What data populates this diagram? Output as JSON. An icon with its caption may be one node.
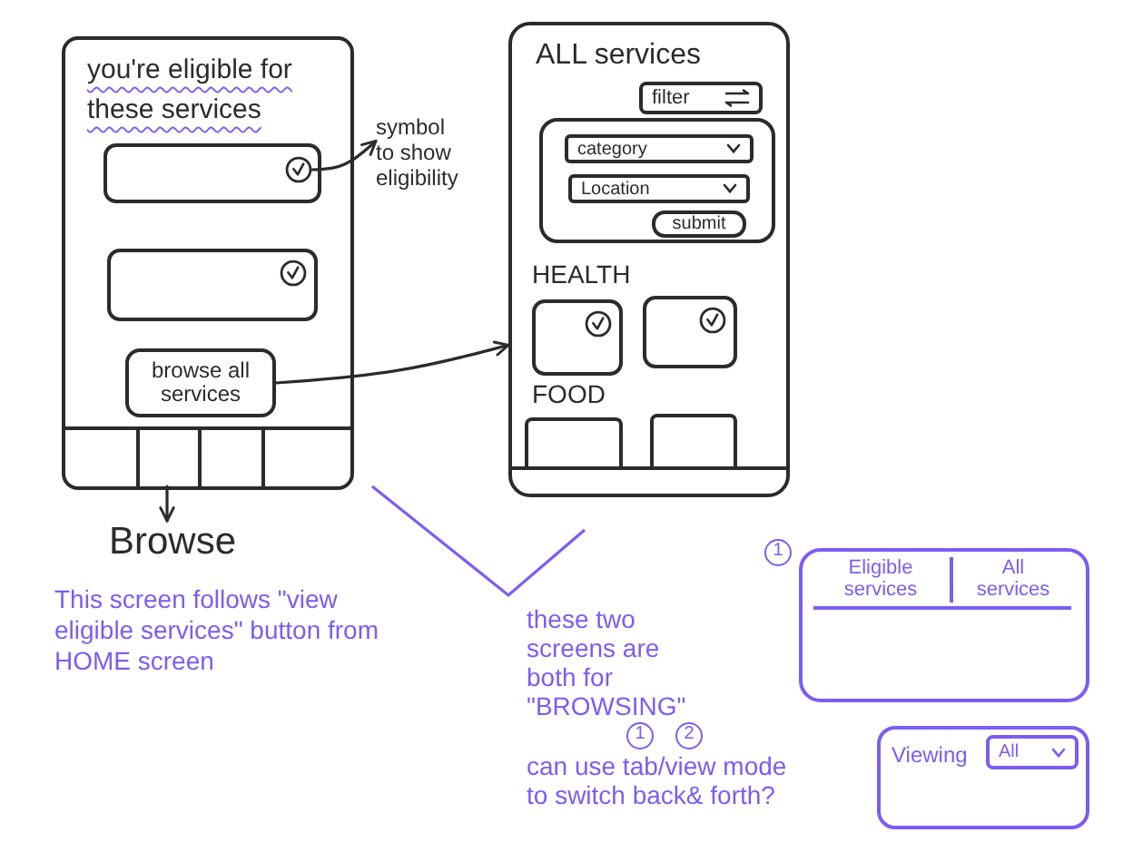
{
  "diagram": {
    "nodes": [
      {
        "text": [
          "you're eligible for these services"
        ]
      },
      {
        "text": [],
        "shape": "box",
        "in": 0
      },
      {
        "text": [],
        "shape": "circle",
        "in": 1
      },
      {
        "text": [],
        "shape": "box",
        "in": 0
      },
      {
        "text": [
          "browse all services"
        ],
        "in": 0
      },
      {
        "text": [],
        "shape": "box",
        "in": 0
      },
      {
        "text": [],
        "shape": "box",
        "in": 0
      },
      {
        "text": [],
        "shape": "box",
        "in": 0
      },
      {
        "text": [],
        "shape": "box",
        "in": 0
      },
      {
        "text": [
          "ALL services",
          "HEALTH",
          "FOOD"
        ]
      },
      {
        "text": [
          "filter"
        ],
        "in": 9
      },
      {
        "text": [],
        "shape": "box",
        "in": 9
      },
      {
        "text": [
          "category"
        ],
        "in": 11
      },
      {
        "text": [
          "Location"
        ],
        "in": 11
      },
      {
        "text": [
          "submit"
        ],
        "in": 11
      },
      {
        "text": [],
        "shape": "box",
        "in": 9
      },
      {
        "text": [],
        "shape": "box",
        "in": 9
      },
      {
        "text": [],
        "shape": "box",
        "in": 9
      },
      {
        "text": [],
        "shape": "box",
        "in": 9
      },
      {
        "text": [
          "symbol to show eligibility"
        ]
      },
      {
        "text": [
          "Browse"
        ]
      },
      {
        "text": [
          "Eligible services",
          "All services"
        ]
      },
      {
        "text": [
          "Viewing"
        ]
      },
      {
        "text": [
          "All"
        ],
        "in": 22
      }
    ],
    "edges": [
      {
        "from": 2,
        "to": 19,
        "arrow": "to"
      },
      {
        "from": 4,
        "to": 9,
        "arrow": "to"
      },
      {
        "from": 6,
        "to": 20,
        "arrow": "to"
      }
    ],
    "labels": [
      "This screen follows \"view eligible services\" button from HOME screen",
      "these two screens are both for \"BROWSING\"",
      "1",
      "1",
      "2",
      "can use tab/view mode to switch back& forth?"
    ]
  }
}
